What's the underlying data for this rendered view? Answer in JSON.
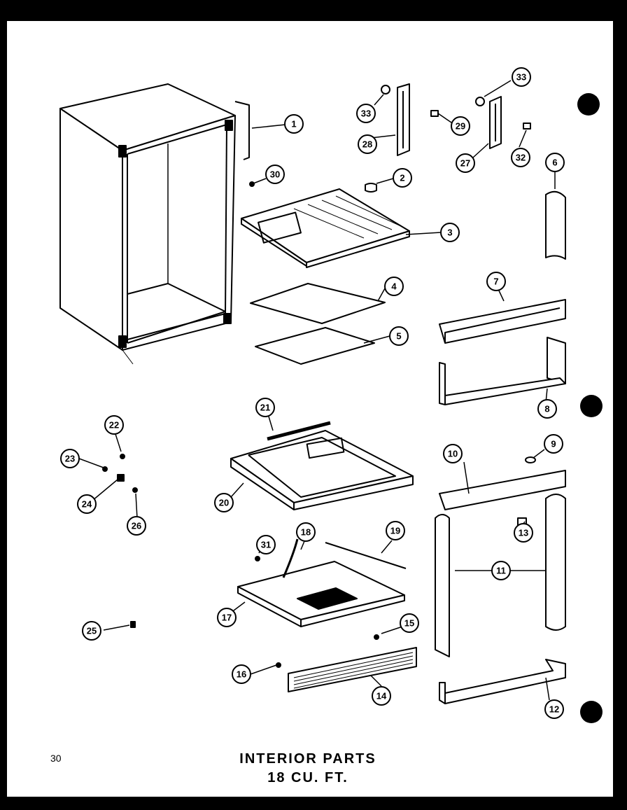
{
  "title": {
    "line1": "INTERIOR PARTS",
    "line2": "18 CU. FT."
  },
  "page_number": "30",
  "callouts": {
    "c1": "1",
    "c2": "2",
    "c3": "3",
    "c4": "4",
    "c5": "5",
    "c6": "6",
    "c7": "7",
    "c8": "8",
    "c9": "9",
    "c10": "10",
    "c11": "11",
    "c12": "12",
    "c13": "13",
    "c14": "14",
    "c15": "15",
    "c16": "16",
    "c17": "17",
    "c18": "18",
    "c19": "19",
    "c20": "20",
    "c21": "21",
    "c22": "22",
    "c23": "23",
    "c24": "24",
    "c25": "25",
    "c26": "26",
    "c27": "27",
    "c28": "28",
    "c29": "29",
    "c30": "30",
    "c31": "31",
    "c32": "32",
    "c33a": "33",
    "c33b": "33"
  },
  "colors": {
    "ink": "#000000",
    "paper": "#ffffff",
    "frame": "#000000"
  }
}
